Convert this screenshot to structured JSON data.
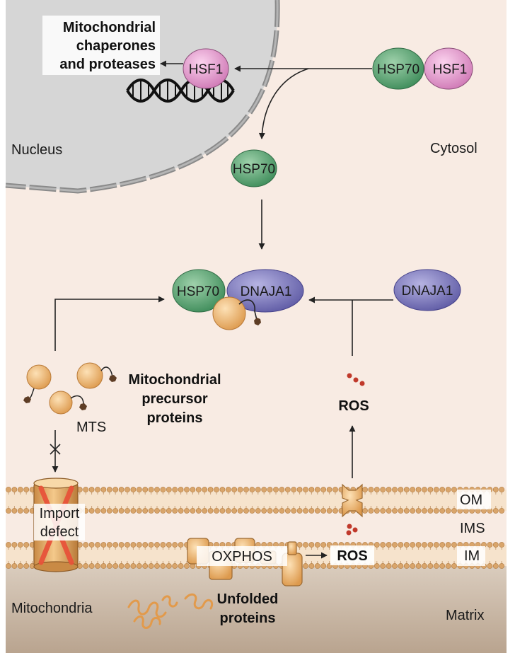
{
  "labels": {
    "chaperones_line1": "Mitochondrial",
    "chaperones_line2": "chaperones",
    "chaperones_line3": "and proteases",
    "nucleus": "Nucleus",
    "cytosol": "Cytosol",
    "precursor_line1": "Mitochondrial",
    "precursor_line2": "precursor",
    "precursor_line3": "proteins",
    "mts": "MTS",
    "ros_upper": "ROS",
    "ros_lower": "ROS",
    "import_line1": "Import",
    "import_line2": "defect",
    "oxphos": "OXPHOS",
    "om": "OM",
    "ims": "IMS",
    "im": "IM",
    "mitochondria": "Mitochondria",
    "unfolded_line1": "Unfolded",
    "unfolded_line2": "proteins",
    "matrix": "Matrix"
  },
  "proteins": {
    "hsf1_nucleus": "HSF1",
    "hsp70_complex": "HSP70",
    "hsf1_complex": "HSF1",
    "hsp70_free": "HSP70",
    "hsp70_bound": "HSP70",
    "dnaja1_bound": "DNAJA1",
    "dnaja1_free": "DNAJA1"
  },
  "colors": {
    "hsp70": "#5aa574",
    "hsf1": "#e79fd0",
    "dnaja1": "#7d79bd",
    "precursor": "#eeb26a",
    "mts_tag": "#5e3d25",
    "ros": "#c0392b",
    "cross": "#e8533a",
    "background": "#f8ebe3",
    "matrix": "#c9b6a3",
    "nucleus": "#d8d8d8"
  }
}
